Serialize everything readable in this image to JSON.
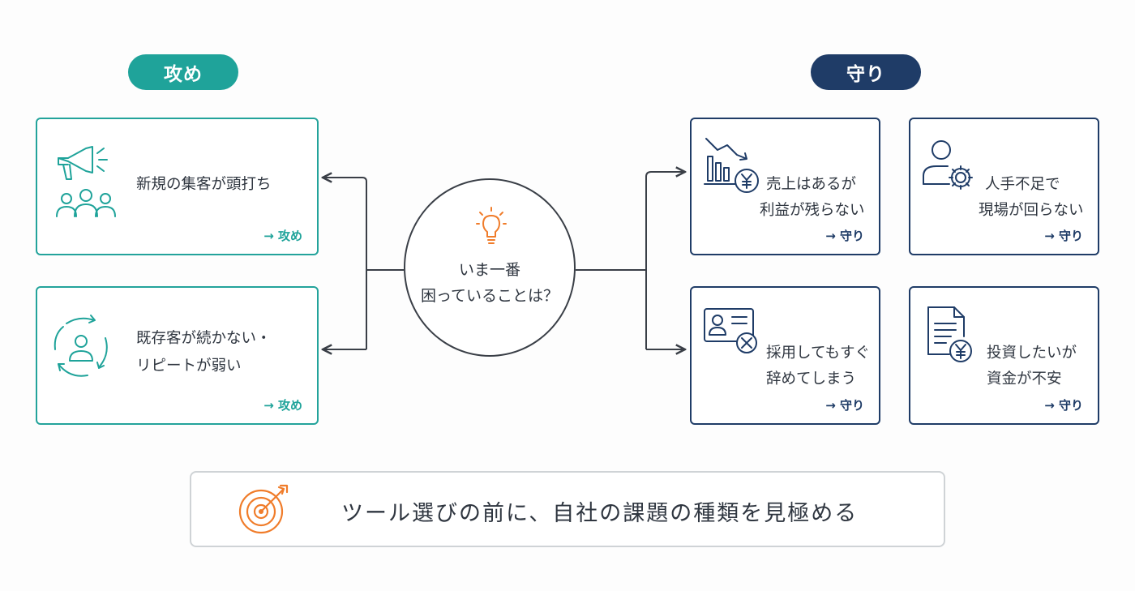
{
  "labels": {
    "attack": "攻め",
    "defense": "守り"
  },
  "hub": {
    "line1": "いま一番",
    "line2": "困っていることは？"
  },
  "cards": {
    "new_customers": {
      "line1": "新規の集客が頭打ち",
      "tag": "→ 攻め",
      "icon": "megaphone-people-icon"
    },
    "retention": {
      "line1": "既存客が続かない・",
      "line2": "リピートが弱い",
      "tag": "→ 攻め",
      "icon": "cycle-person-icon"
    },
    "profit": {
      "line1": "売上はあるが",
      "line2": "利益が残らない",
      "tag": "→ 守り",
      "icon": "declining-chart-yen-icon"
    },
    "staffing": {
      "line1": "人手不足で",
      "line2": "現場が回らない",
      "tag": "→ 守り",
      "icon": "person-gear-icon"
    },
    "hiring": {
      "line1": "採用してもすぐ",
      "line2": "辞めてしまう",
      "tag": "→ 守り",
      "icon": "id-card-x-icon"
    },
    "investment": {
      "line1": "投資したいが",
      "line2": "資金が不安",
      "tag": "→ 守り",
      "icon": "document-yen-icon"
    }
  },
  "footer": {
    "message": "ツール選びの前に、自社の課題の種類を見極める",
    "icon": "target-arrow-icon"
  },
  "colors": {
    "attack": "#1fa39a",
    "defense": "#1f3c67",
    "accent": "#f07c2a",
    "line": "#3a3f47"
  }
}
